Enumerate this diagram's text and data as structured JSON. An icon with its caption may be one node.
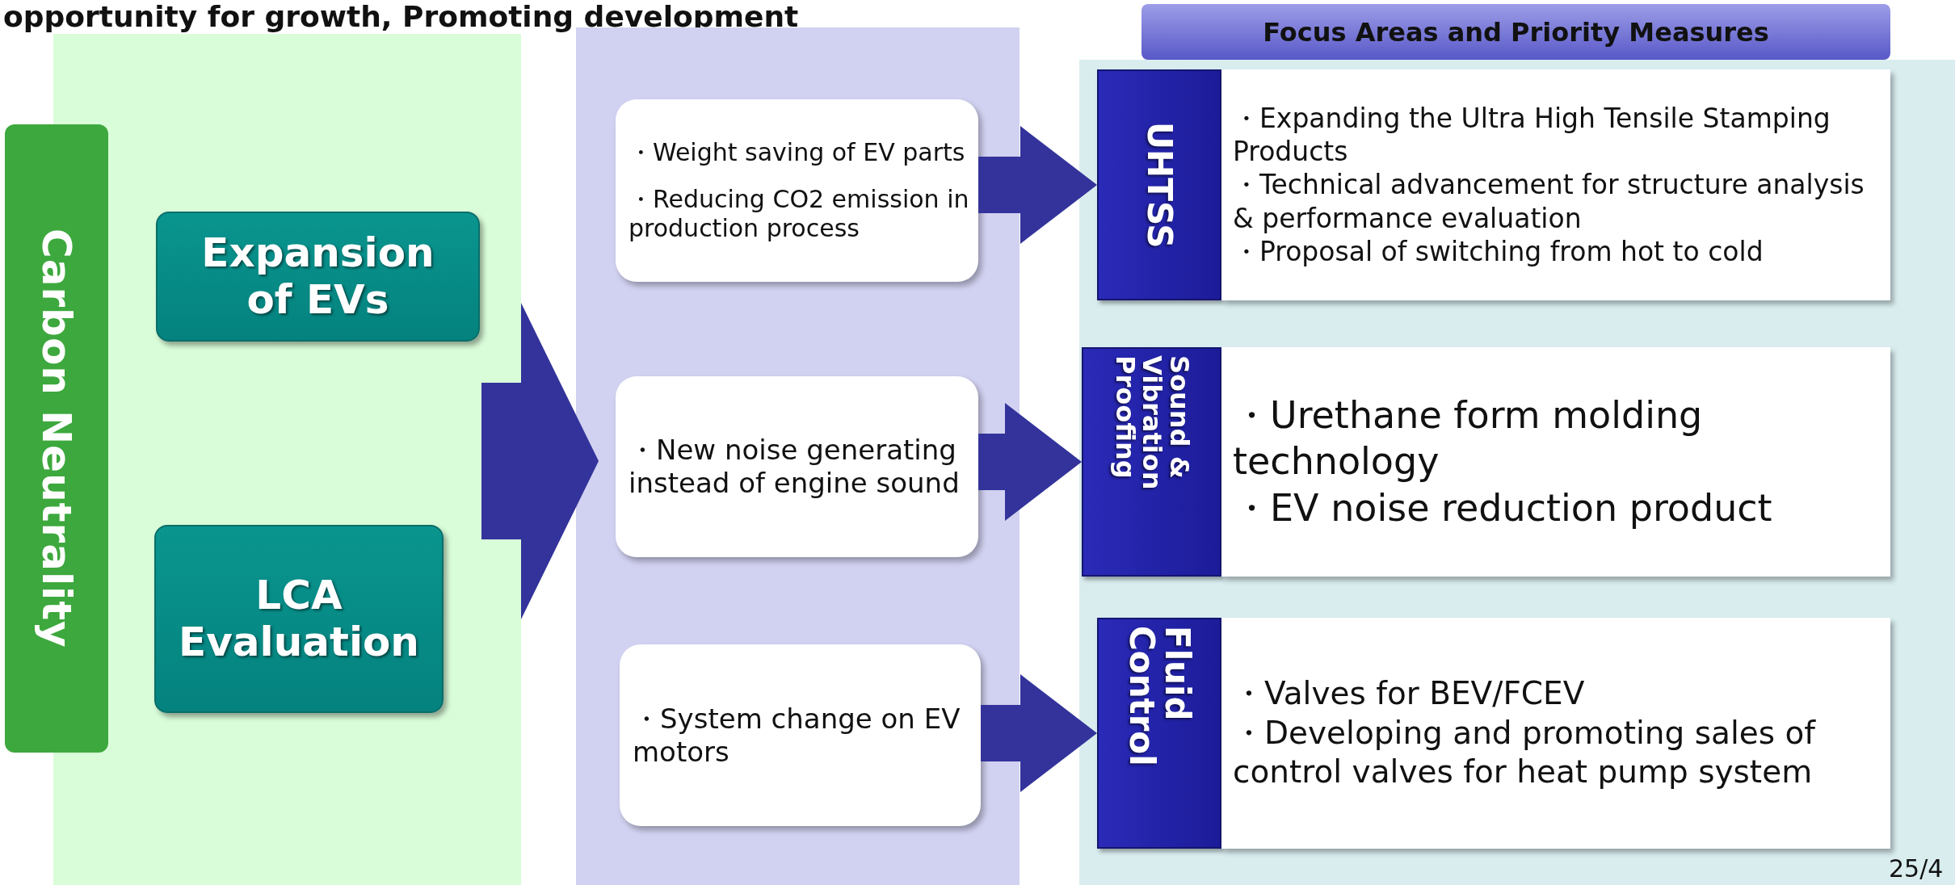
{
  "diagram": {
    "title": "opportunity for growth, Promoting development",
    "nodes": [
      {
        "text": [
          "Carbon Neutrality"
        ]
      },
      {
        "text": [],
        "shape": "box"
      },
      {
        "text": [
          "Expansion of EVs"
        ],
        "in": 1
      },
      {
        "text": [
          "LCA Evaluation"
        ],
        "in": 1
      },
      {
        "text": [],
        "shape": "box"
      },
      {
        "text": [
          "・Weight saving of EV parts",
          "・Reducing CO2 emission in production process"
        ],
        "in": 4
      },
      {
        "text": [
          "・New noise generating instead of engine sound"
        ],
        "in": 4
      },
      {
        "text": [
          "・System change on EV motors"
        ],
        "in": 4
      },
      {
        "text": [],
        "shape": "box"
      },
      {
        "text": [
          "Focus Areas and Priority Measures"
        ]
      },
      {
        "text": [
          "UHTSS"
        ],
        "in": 8
      },
      {
        "text": [
          "・Expanding  the Ultra High Tensile Stamping Products",
          "・Technical advancement for structure analysis & performance evaluation",
          "・Proposal of switching from hot to cold"
        ],
        "in": 8
      },
      {
        "text": [
          "Sound & Vibration Proofing"
        ],
        "in": 8
      },
      {
        "text": [
          "・Urethane form molding technology",
          "・EV noise reduction product"
        ],
        "in": 8
      },
      {
        "text": [
          "Fluid Control"
        ],
        "in": 8
      },
      {
        "text": [
          "・Valves for BEV/FCEV",
          "・Developing and promoting sales of control valves for heat pump system"
        ],
        "in": 8
      }
    ],
    "edges": [
      {
        "from": 1,
        "to": 4,
        "arrow": "to"
      },
      {
        "from": 5,
        "to": 10,
        "arrow": "to"
      },
      {
        "from": 6,
        "to": 12,
        "arrow": "to"
      },
      {
        "from": 7,
        "to": 14,
        "arrow": "to"
      }
    ],
    "labels": [
      "25/4"
    ]
  }
}
